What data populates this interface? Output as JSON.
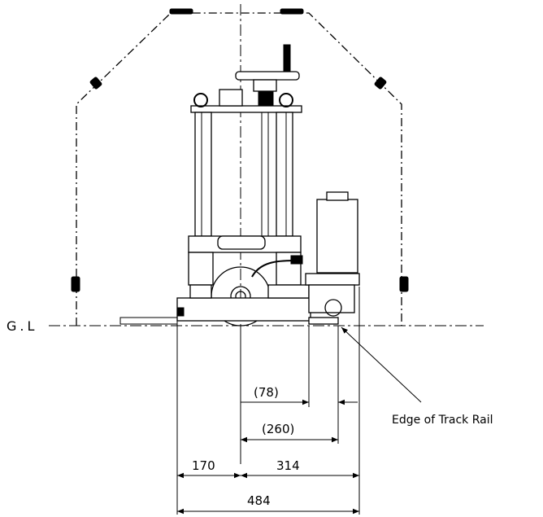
{
  "labels": {
    "ground_level": "G.L",
    "track_rail": "Edge of Track Rail"
  },
  "dimensions": [
    {
      "id": "d78",
      "text": "(78)"
    },
    {
      "id": "d260",
      "text": "(260)"
    },
    {
      "id": "d170",
      "text": "170"
    },
    {
      "id": "d314",
      "text": "314"
    },
    {
      "id": "d484",
      "text": "484"
    }
  ]
}
